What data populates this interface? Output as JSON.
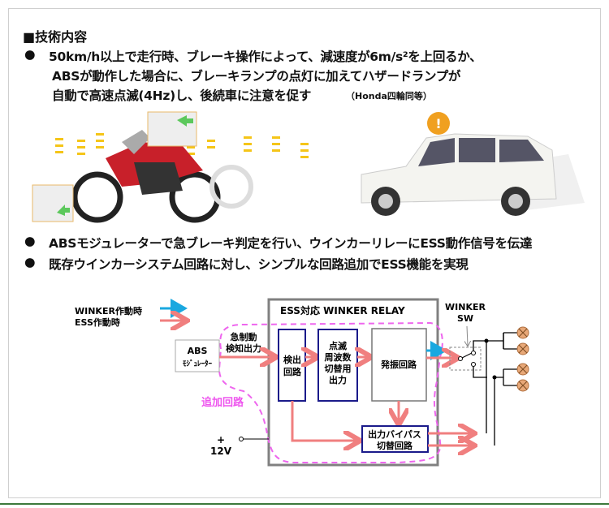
{
  "heading": "■技術内容",
  "bullets": {
    "b1_line1": "50km/h以上で走行時、ブレーキ操作によって、減速度が6m/s²を上回るか、",
    "b1_line2": "ABSが動作した場合に、ブレーキランプの点灯に加えてハザードランプが",
    "b1_line3": "自動で高速点滅(4Hz)し、後続車に注意を促す",
    "b1_note": "（Honda四輪同等）",
    "b2": "ABSモジュレーターで急ブレーキ判定を行い、ウインカーリレーにESS動作信号を伝達",
    "b3": "既存ウインカーシステム回路に対し、シンプルな回路追加でESS機能を実現",
    "bullet_mark": "●"
  },
  "diagram": {
    "legend_winker": "WINKER作動時",
    "legend_ess": "ESS作動時",
    "relay_title": "ESS対応 WINKER RELAY",
    "abs_line1": "ABS",
    "abs_line2": "ﾓｼﾞｭﾚｰﾀｰ",
    "brake_line1": "急制動",
    "brake_line2": "検知出力",
    "detect_line1": "検出",
    "detect_line2": "回路",
    "blink_lines": [
      "点滅",
      "周波数",
      "切替用",
      "出力"
    ],
    "oscillator": "発振回路",
    "bypass_line1": "出力バイパス",
    "bypass_line2": "切替回路",
    "added_circuit": "追加回路",
    "power_plus": "+",
    "power_voltage": "12V",
    "switch_line1": "WINKER",
    "switch_line2": "SW"
  },
  "colors": {
    "winker_arrow": "#1aa8e0",
    "ess_arrow": "#f07f7f",
    "added_dash": "#ee66ee",
    "box_border": "#1a1a8a",
    "lamp": "#e8a878"
  }
}
